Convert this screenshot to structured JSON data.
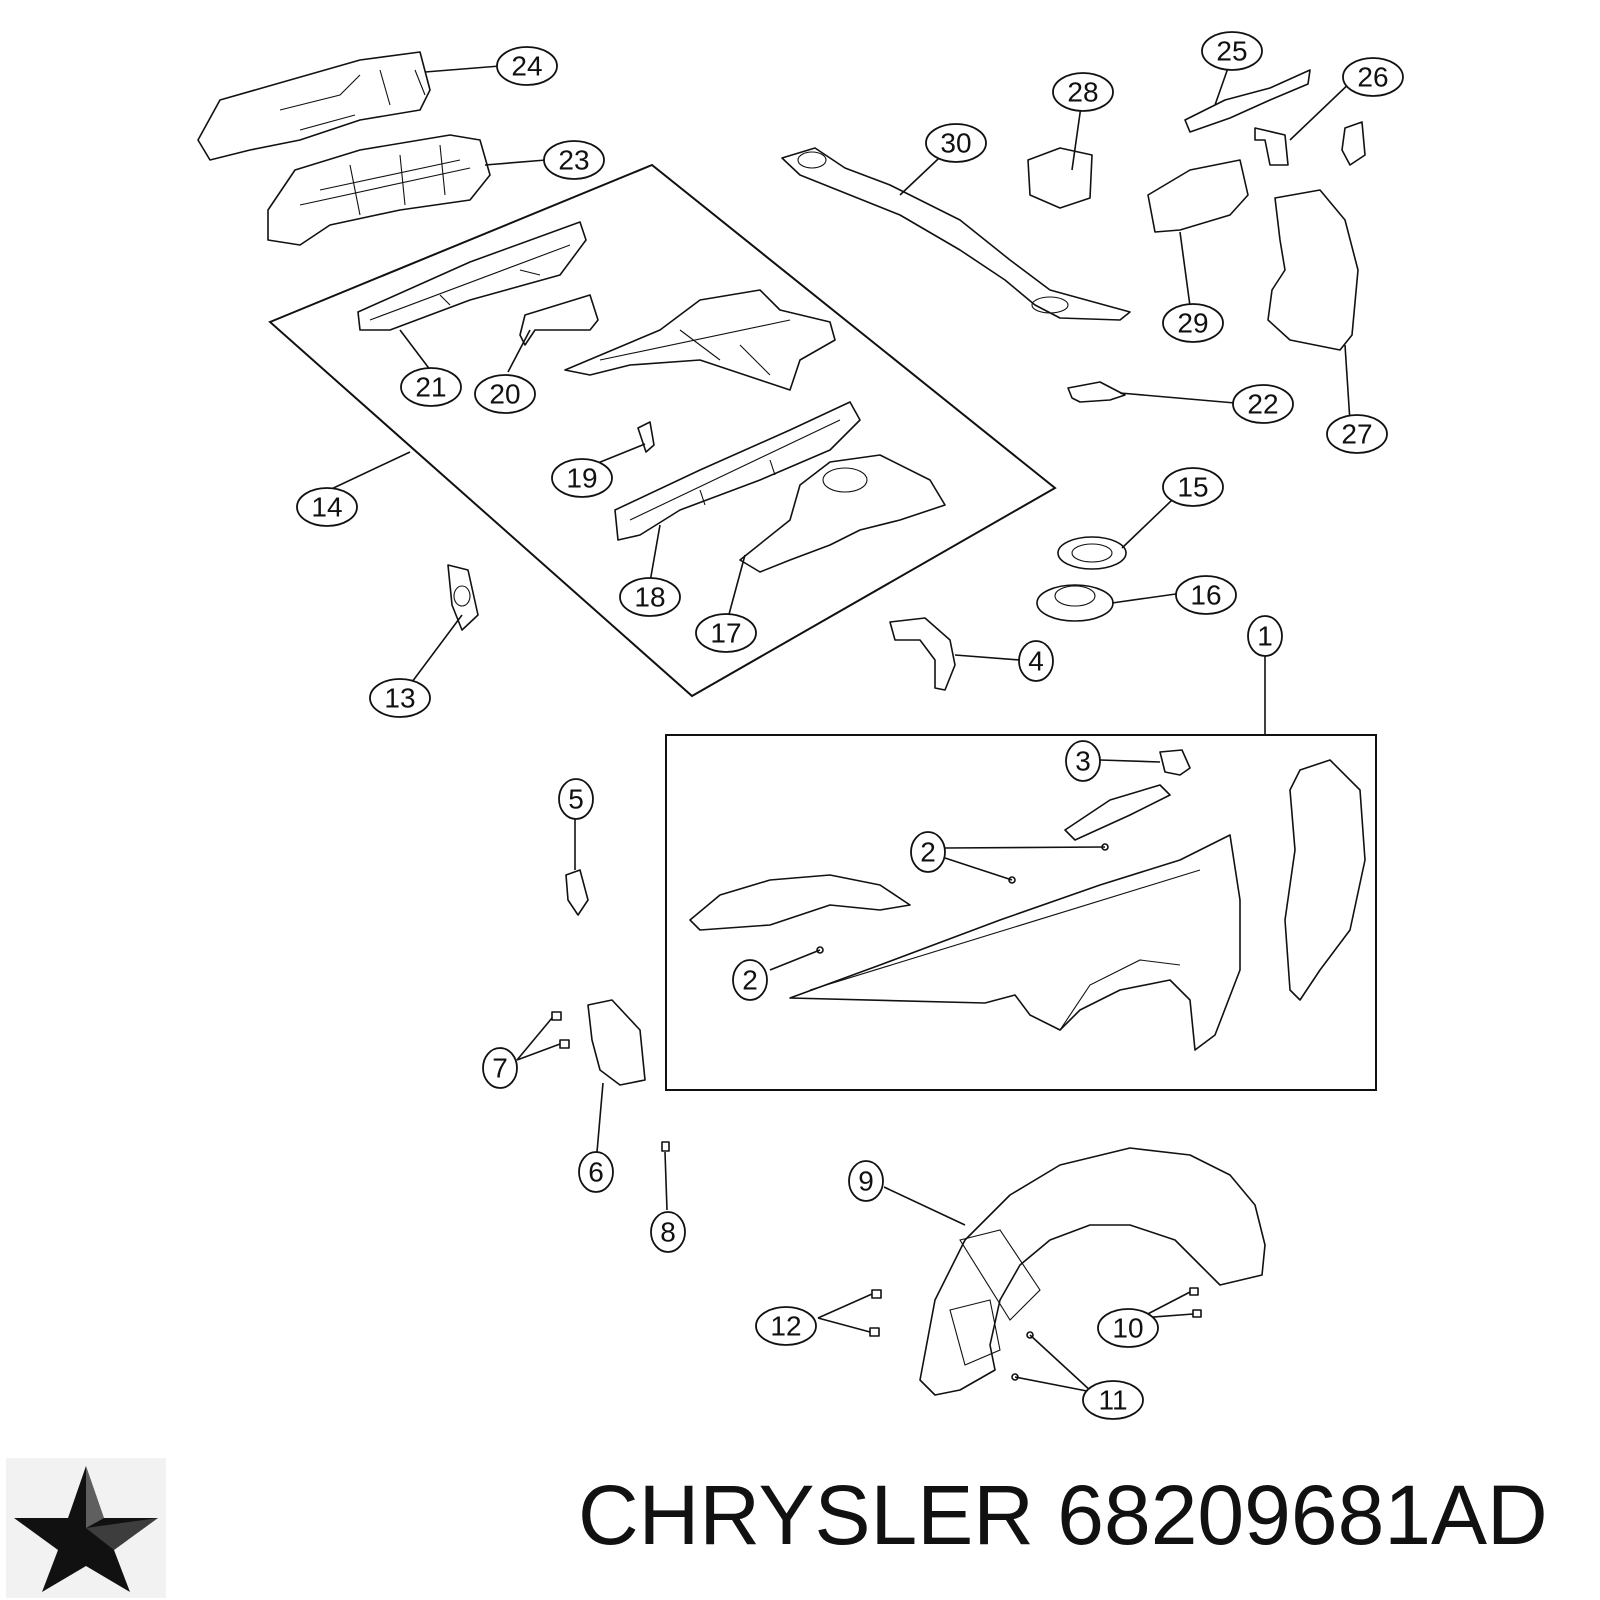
{
  "brand": "CHRYSLER",
  "part_number": "68209681AD",
  "callouts": [
    "1",
    "2",
    "2",
    "3",
    "4",
    "5",
    "6",
    "7",
    "8",
    "9",
    "10",
    "11",
    "12",
    "13",
    "14",
    "15",
    "16",
    "17",
    "18",
    "19",
    "20",
    "21",
    "22",
    "23",
    "24",
    "25",
    "26",
    "27",
    "28",
    "29",
    "30"
  ],
  "colors": {
    "ink": "#111111",
    "background": "#ffffff"
  },
  "icons": {
    "logo": "chrysler-pentastar-logo"
  }
}
